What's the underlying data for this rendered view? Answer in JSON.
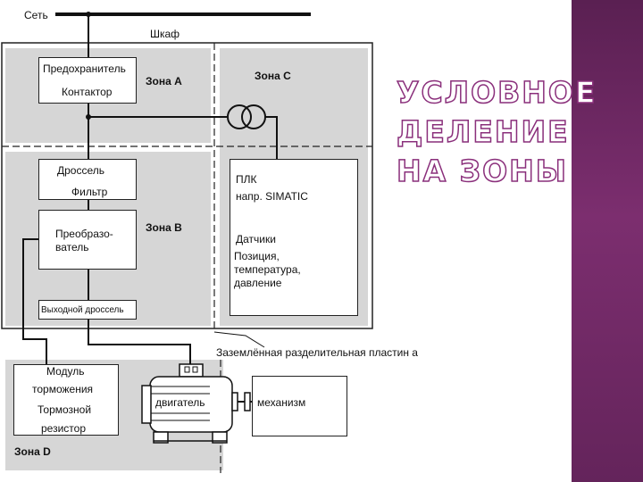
{
  "diagram": {
    "network_label": "Сеть",
    "cabinet_label": "Шкаф",
    "zone_a": "Зона А",
    "zone_b": "Зона В",
    "zone_c": "Зона С",
    "zone_d": "Зона D",
    "fuse": "Предохранитель",
    "contactor": "Контактор",
    "choke": "Дроссель",
    "filter": "Фильтр",
    "converter_line1": "Преобразо-",
    "converter_line2": "ватель",
    "output_choke": "Выходной дроссель",
    "plc_line1": "ПЛК",
    "plc_line2": "напр. SIMATIC",
    "sensors": "Датчики",
    "sensor_line1": "Позиция,",
    "sensor_line2": "температура,",
    "sensor_line3": "давление",
    "ground_plate": "Заземлённая разделительная пластин а",
    "brake_module_line1": "Модуль",
    "brake_module_line2": "торможения",
    "brake_resistor_line1": "Тормозной",
    "brake_resistor_line2": "резистор",
    "motor": "двигатель",
    "mechanism": "механизм"
  },
  "title": {
    "line1": "УСЛОВНОЕ",
    "line2": "ДЕЛЕНИЕ",
    "line3": "НА ЗОНЫ"
  },
  "colors": {
    "zone_fill": "#d6d6d6",
    "side_panel": "#6e2963",
    "title_outline": "#8a2f7b"
  }
}
